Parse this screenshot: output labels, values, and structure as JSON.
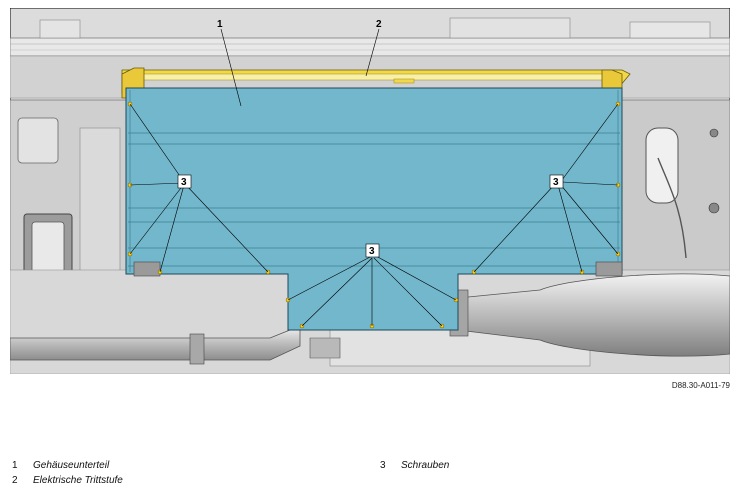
{
  "figure_code": "D88.30-A011-79",
  "callouts": {
    "c1": "1",
    "c2": "2",
    "c3a": "3",
    "c3b": "3",
    "c3c": "3"
  },
  "legend": {
    "left": [
      {
        "num": "1",
        "text": "Gehäuseunterteil"
      },
      {
        "num": "2",
        "text": "Elektrische Trittstufe"
      }
    ],
    "right": [
      {
        "num": "3",
        "text": "Schrauben"
      }
    ]
  },
  "colors": {
    "housing": "#72b7cc",
    "step": "#f0d84a",
    "chassis": "#dcdcdc"
  }
}
